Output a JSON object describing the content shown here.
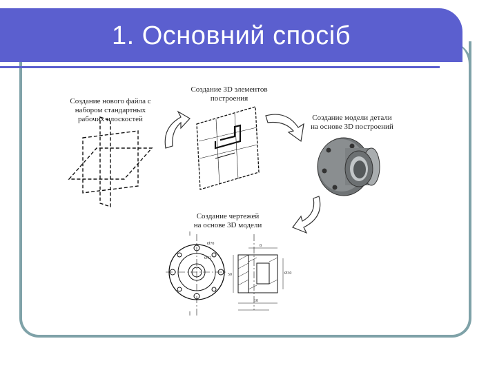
{
  "slide": {
    "title": "1. Основний спосіб",
    "colors": {
      "accent": "#5b5fcf",
      "frame": "#7fa2a8"
    }
  },
  "diagram": {
    "step1": [
      "Создание нового файла с",
      "набором стандартных",
      "рабочих плоскостей"
    ],
    "step2": [
      "Создание 3D элементов",
      "построения"
    ],
    "step3": [
      "Создание модели детали",
      "на основе 3D построений"
    ],
    "step4": [
      "Создание чертежей",
      "на основе 3D модели"
    ],
    "dims": [
      "Ø70",
      "Ø42",
      "Ø30",
      "50",
      "10",
      "8"
    ]
  }
}
